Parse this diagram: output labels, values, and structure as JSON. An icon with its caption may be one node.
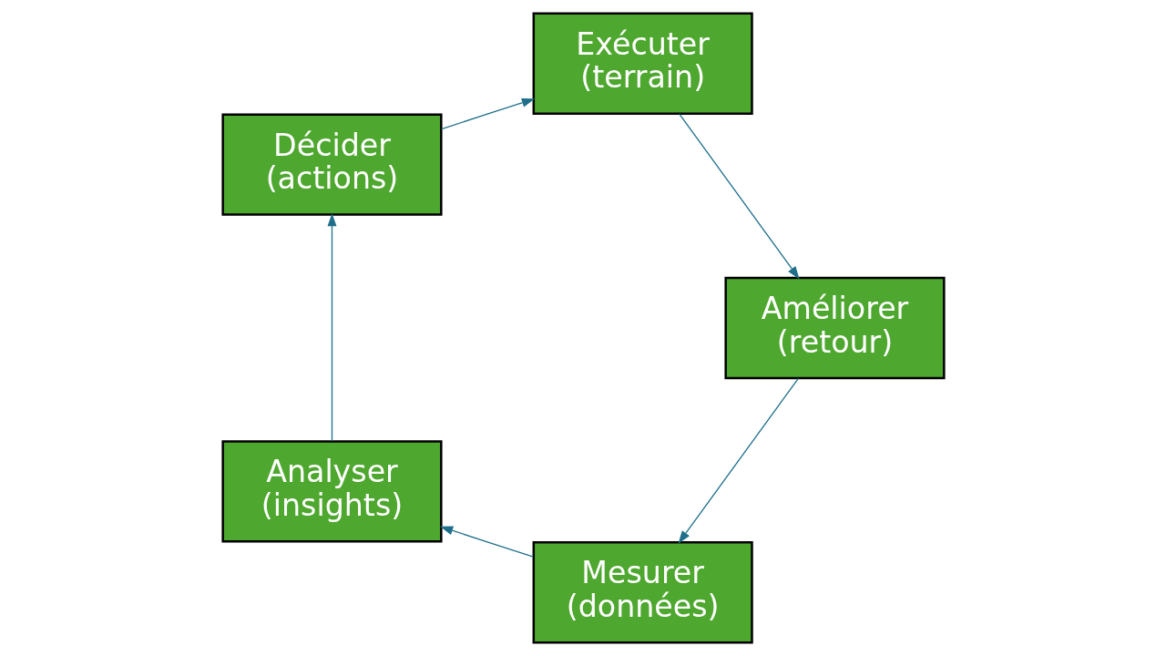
{
  "diagram": {
    "nodes": [
      {
        "text": [
          "Mesurer (données)"
        ]
      },
      {
        "text": [
          "Analyser (insights)"
        ]
      },
      {
        "text": [
          "Décider (actions)"
        ]
      },
      {
        "text": [
          "Exécuter (terrain)"
        ]
      },
      {
        "text": [
          "Améliorer (retour)"
        ]
      }
    ],
    "edges": [
      {
        "from": 0,
        "to": 1,
        "arrow": "to"
      },
      {
        "from": 1,
        "to": 2,
        "arrow": "to"
      },
      {
        "from": 2,
        "to": 3,
        "arrow": "to"
      },
      {
        "from": 3,
        "to": 4,
        "arrow": "to"
      },
      {
        "from": 4,
        "to": 0,
        "arrow": "to"
      }
    ]
  }
}
